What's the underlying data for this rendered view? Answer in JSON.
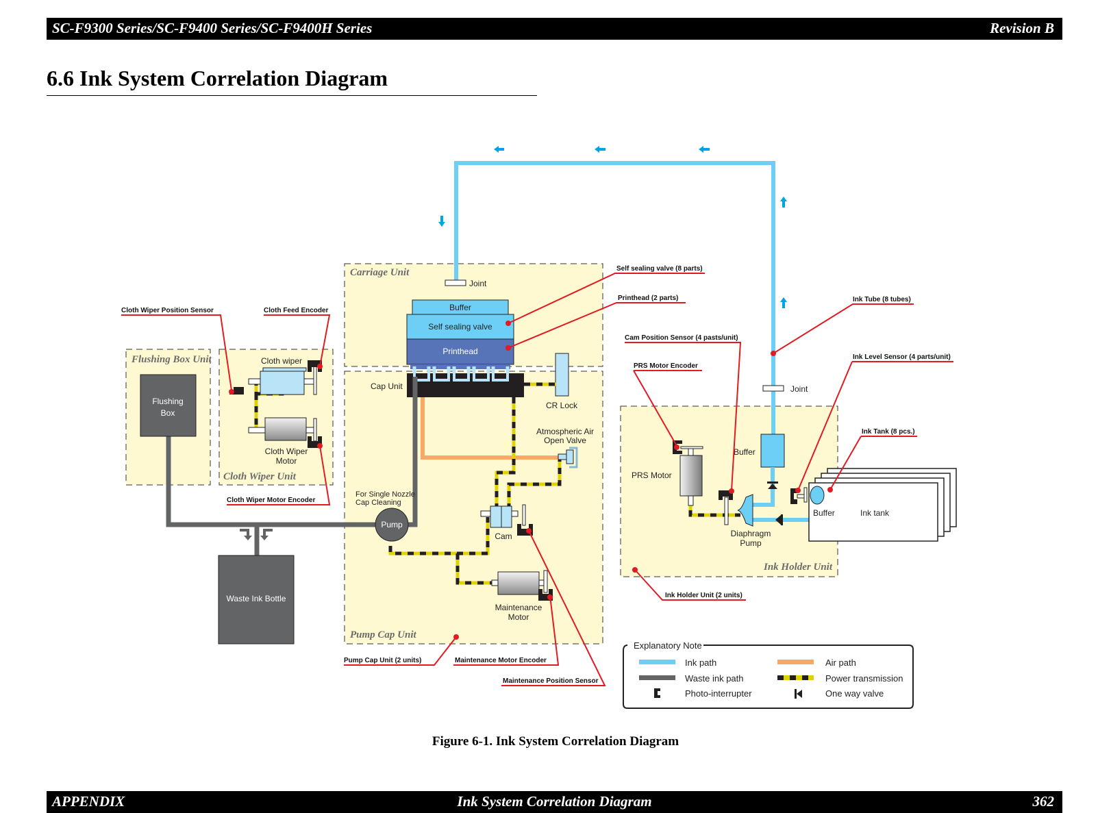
{
  "header": {
    "series": "SC-F9300 Series/SC-F9400 Series/SC-F9400H Series",
    "revision": "Revision B"
  },
  "section_title": "6.6  Ink System Correlation Diagram",
  "units": {
    "carriage": "Carriage Unit",
    "flushing_box": "Flushing Box Unit",
    "cloth_wiper": "Cloth Wiper Unit",
    "pump_cap": "Pump Cap Unit",
    "ink_holder": "Ink Holder Unit"
  },
  "components": {
    "joint_top": "Joint",
    "buffer_top": "Buffer",
    "self_sealing_valve": "Self sealing valve",
    "printhead": "Printhead",
    "cap_unit": "Cap Unit",
    "cr_lock": "CR Lock",
    "atm_valve_1": "Atmospheric Air",
    "atm_valve_2": "Open Valve",
    "single_nozzle_1": "For Single Nozzle",
    "single_nozzle_2": "Cap Cleaning",
    "pump": "Pump",
    "cam": "Cam",
    "maint_motor_1": "Maintenance",
    "maint_motor_2": "Motor",
    "flushing_box_1": "Flushing",
    "flushing_box_2": "Box",
    "cloth_wiper": "Cloth wiper",
    "cloth_wiper_motor_1": "Cloth Wiper",
    "cloth_wiper_motor_2": "Motor",
    "waste_ink_bottle": "Waste Ink Bottle",
    "joint_right": "Joint",
    "buffer_right": "Buffer",
    "prs_motor": "PRS Motor",
    "diaphragm_1": "Diaphragm",
    "diaphragm_2": "Pump",
    "tank_buffer": "Buffer",
    "ink_tank": "Ink tank"
  },
  "callouts": {
    "cloth_wiper_position_sensor": "Cloth Wiper Position Sensor",
    "cloth_feed_encoder": "Cloth Feed Encoder",
    "cloth_wiper_motor_encoder": "Cloth Wiper Motor Encoder",
    "self_sealing_valve": "Self sealing valve (8 parts)",
    "printhead": "Printhead  (2 parts)",
    "cam_position_sensor": "Cam Position Sensor (4 pasts/unit)",
    "prs_motor_encoder": "PRS Motor Encoder",
    "ink_tube": "Ink Tube (8 tubes)",
    "ink_level_sensor": "Ink Level Sensor (4 parts/unit)",
    "ink_tank": "Ink Tank (8 pcs.)",
    "ink_holder_unit": "Ink Holder Unit (2 units)",
    "pump_cap_unit": "Pump Cap Unit (2 units)",
    "maintenance_motor_encoder": "Maintenance Motor Encoder",
    "maintenance_position_sensor": "Maintenance Position Sensor"
  },
  "legend": {
    "title": "Explanatory Note",
    "items": [
      {
        "label": "Ink path",
        "symbol": "ink-path-line"
      },
      {
        "label": "Air path",
        "symbol": "air-path-line"
      },
      {
        "label": "Waste ink path",
        "symbol": "waste-ink-path-line"
      },
      {
        "label": "Power transmission",
        "symbol": "power-transmission-line"
      },
      {
        "label": "Photo-interrupter",
        "symbol": "photo-interrupter-icon"
      },
      {
        "label": "One way valve",
        "symbol": "one-way-valve-icon"
      }
    ]
  },
  "colors": {
    "ink": "#6dcff6",
    "waste": "#636466",
    "air": "#f7a965",
    "power_dark": "#231f20",
    "power_light": "#e0d200",
    "callout": "#e21a22",
    "unit_fill": "#fff9d2",
    "printhead": "#5874b8",
    "arrow": "#00a3e6"
  },
  "figure_caption": "Figure 6-1.  Ink System Correlation Diagram",
  "footer": {
    "left": "APPENDIX",
    "center": "Ink System Correlation Diagram",
    "page": "362"
  }
}
